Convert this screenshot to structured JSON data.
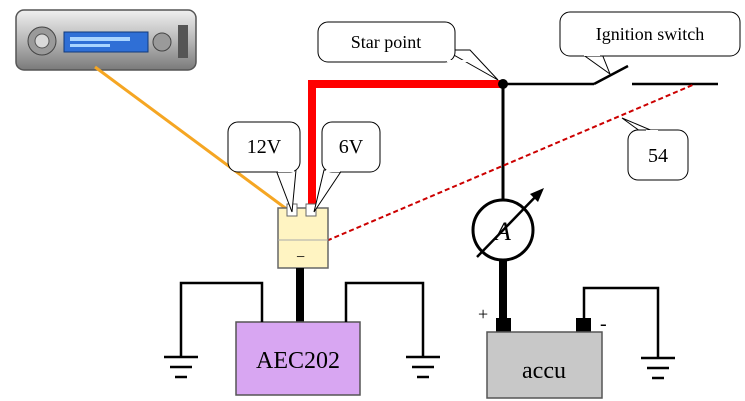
{
  "labels": {
    "star_point": "Star point",
    "ignition_switch": "Ignition switch",
    "v12": "12V",
    "v6": "6V",
    "wire_54": "54",
    "controller": "AEC202",
    "battery": "accu",
    "plus": "+",
    "minus": "-",
    "connector_minus": "−",
    "ammeter": "A"
  },
  "colors": {
    "power_wire": "#ff0000",
    "radio_wire": "#f5a623",
    "signal_wire_54": "#cc0000",
    "wire": "#000000",
    "connector_fill": "#fff4c2",
    "controller_fill": "#d8a6f2",
    "battery_fill": "#c8c8c8",
    "callout_fill": "#ffffff"
  },
  "icons": {
    "radio": "car-radio-icon",
    "ground": "ground-icon",
    "ammeter": "ammeter-icon"
  }
}
